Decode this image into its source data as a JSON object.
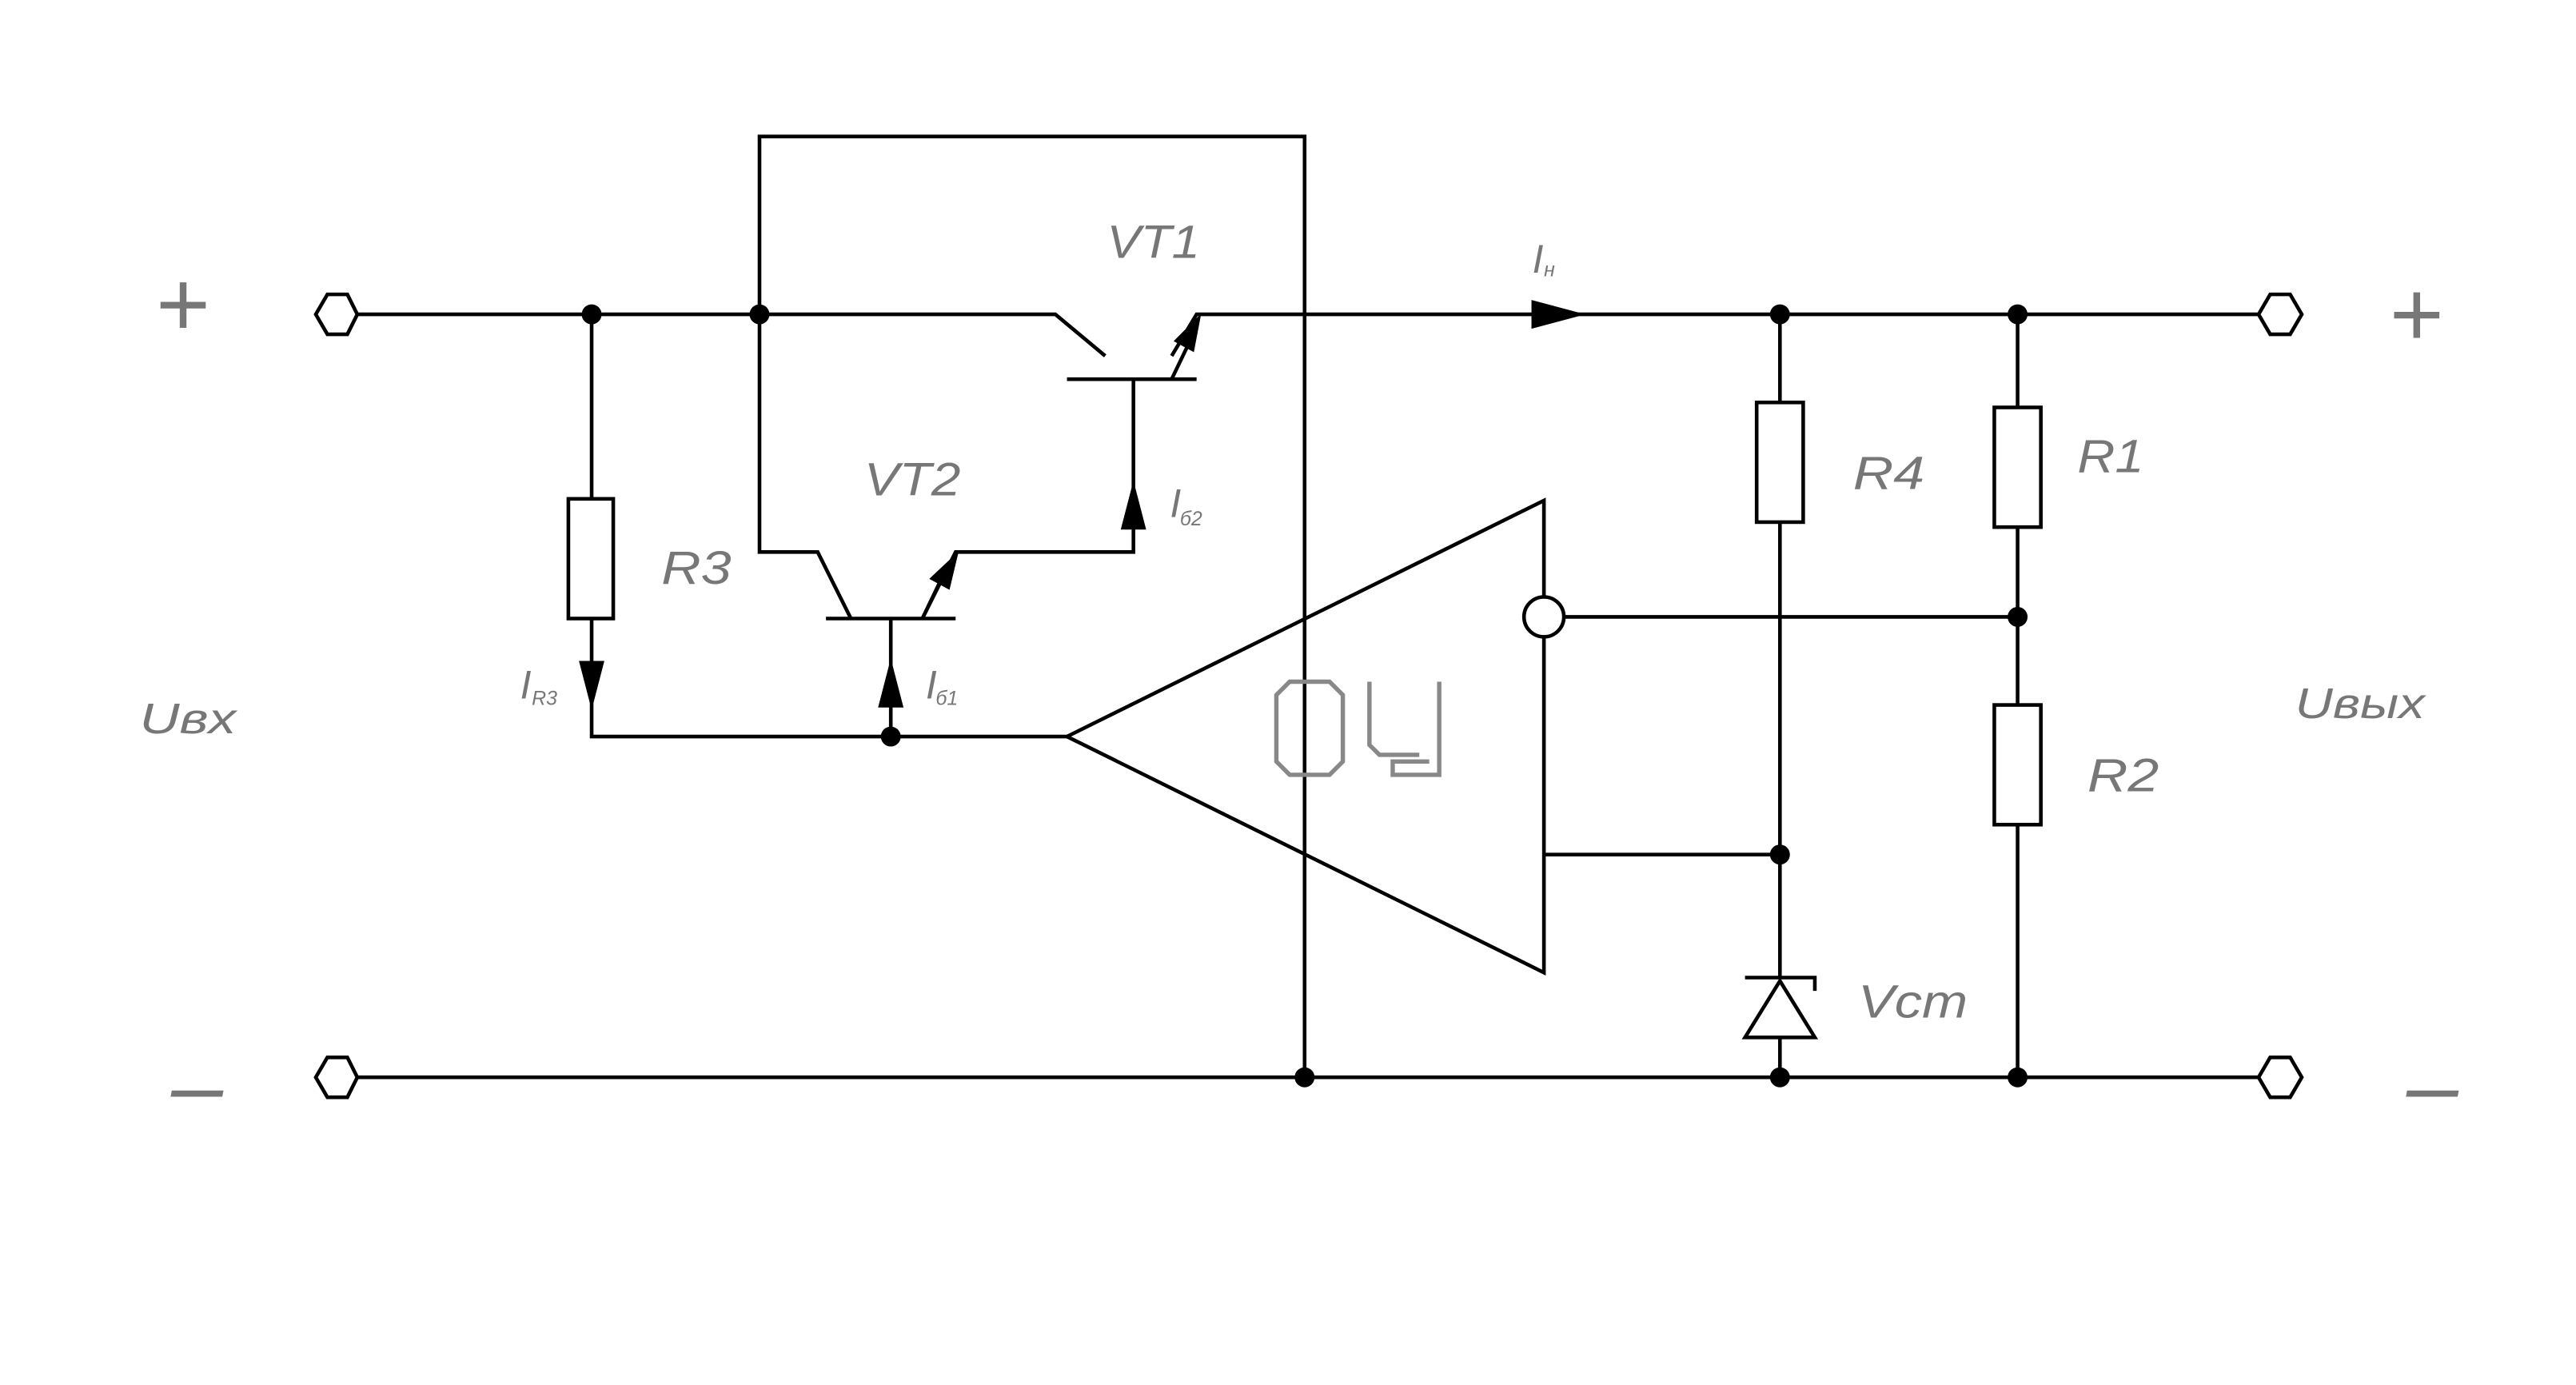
{
  "labels": {
    "in_plus": "+",
    "in_minus": "–",
    "out_plus": "+",
    "out_minus": "–",
    "u_in": "Uвх",
    "u_out": "Uвых",
    "vt1": "VT1",
    "vt2": "VT2",
    "r1": "R1",
    "r2": "R2",
    "r3": "R3",
    "r4": "R4",
    "vst": "Vст",
    "i_load": "I",
    "i_load_sub": "н",
    "i_r3": "I",
    "i_r3_sub": "R3",
    "i_b1": "I",
    "i_b1_sub": "б1",
    "i_b2": "I",
    "i_b2_sub": "б2",
    "opamp": "ОУ"
  }
}
